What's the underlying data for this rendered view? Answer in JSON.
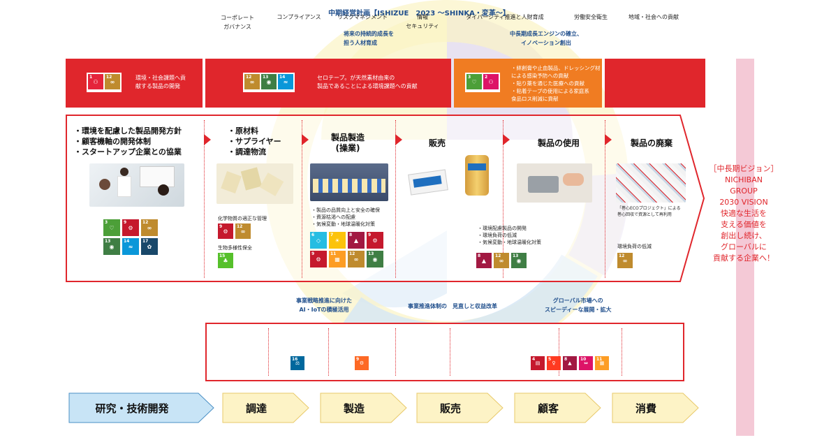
{
  "header": {
    "title": "中期経営計画【ISHIZUE　2023 〜SHINKA・変革〜】"
  },
  "arc_labels": {
    "top_left": [
      "将来の持続的成長を",
      "担う人材育成"
    ],
    "top_right": [
      "中長期成長エンジンの確立、",
      "イノベーション創出"
    ],
    "bottom_left": [
      "事業戦略推進に向けた",
      "AI・IoTの積極活用"
    ],
    "bottom_center": "事業推進体制の　見直しと収益改革",
    "bottom_right": [
      "グローバル市場への",
      "スピーディーな展開・拡大"
    ]
  },
  "top_band": {
    "cell1": [
      "環境・社会課題へ貢",
      "献する製品の開発"
    ],
    "cell2": [
      "セロテープ。が天然素材由来の",
      "製品であることによる環境課題への貢献"
    ],
    "cell3": [
      "・絆創膏や止血製品、ドレッシング材",
      "による感染予防への貢献",
      "・貼り薬を通じた医療への貢献",
      "・粘着テープの使用による家庭系",
      "食品ロス削減に貢献"
    ]
  },
  "stages": {
    "research_bullets": [
      "・環境を配慮した製品開発方針",
      "・顧客機軸の開発体制",
      "・スタートアップ企業との協業"
    ],
    "procurement_bullets": [
      "・原材料",
      "・サプライヤー",
      "・調達物流"
    ],
    "procurement_notes": [
      "化学物質の適正な管理",
      "生物多様性保全"
    ],
    "manufacturing_title": [
      "製品製造",
      "(操業)"
    ],
    "manufacturing_notes": [
      "・製品の品質向上と安全の確保",
      "・資源枯渇への配慮",
      "・気候変動・地球温暖化対策"
    ],
    "sales_title": "販売",
    "usage_title": "製品の使用",
    "usage_notes": [
      "・環境配慮製品の開発",
      "・環境負荷の低減",
      "・気候変動・地球温暖化対策"
    ],
    "disposal_title": "製品の廃棄",
    "disposal_caption": [
      "「巻心ECOプロジェクト」による",
      "巻心回収で資源として再利用"
    ],
    "disposal_notes": "環境負荷の低減"
  },
  "vision": {
    "lines": [
      "［中長期ビジョン］",
      "NICHIBAN",
      "GROUP",
      "2030 VISION",
      "快適な生活を",
      "支える価値を",
      "創出し続け、",
      "グローバルに",
      "貢献する企業へ！"
    ]
  },
  "bottom_box": {
    "governance": [
      "コーポレート",
      "ガバナンス"
    ],
    "compliance": "コンプライアンス",
    "risk": "リスクマネジメント",
    "security": [
      "情報",
      "セキュリティ"
    ],
    "diversity": "ダイバーシティ推進と人財育成",
    "safety": "労働安全衛生",
    "community": "地域・社会への貢献"
  },
  "value_chain": [
    "研究・技術開発",
    "調達",
    "製造",
    "販売",
    "顧客",
    "消費"
  ],
  "colors": {
    "red": "#e0262c",
    "orange": "#f07c22",
    "vision_pink": "#f4c9d6",
    "chain_blue": "#c8e4f6",
    "chain_yellow": "#fdf3c6"
  }
}
